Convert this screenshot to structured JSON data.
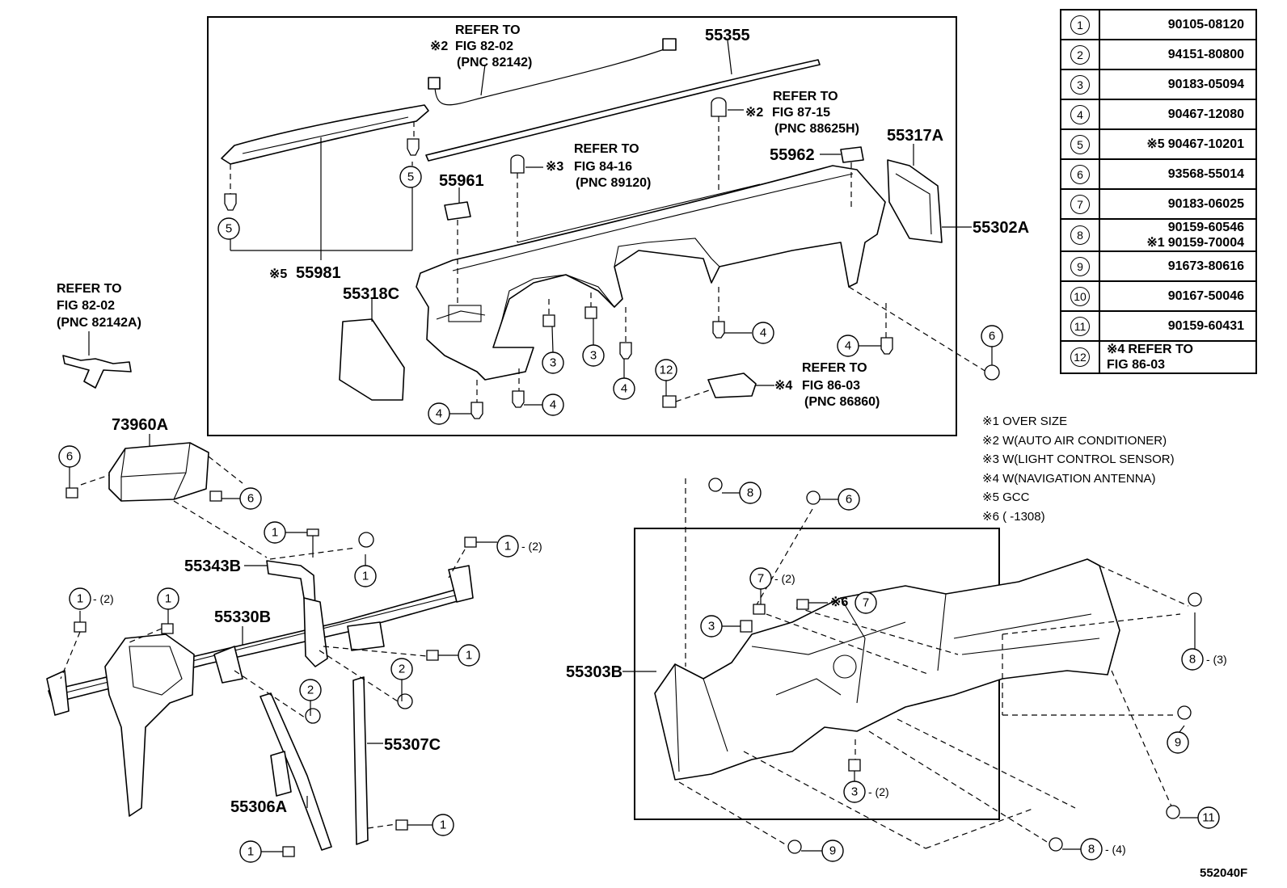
{
  "parts_table": [
    {
      "num": "1",
      "note": "",
      "pn": "90105-08120"
    },
    {
      "num": "2",
      "note": "",
      "pn": "94151-80800"
    },
    {
      "num": "3",
      "note": "",
      "pn": "90183-05094"
    },
    {
      "num": "4",
      "note": "",
      "pn": "90467-12080"
    },
    {
      "num": "5",
      "note": "※5",
      "pn": "90467-10201"
    },
    {
      "num": "6",
      "note": "",
      "pn": "93568-55014"
    },
    {
      "num": "7",
      "note": "",
      "pn": "90183-06025"
    },
    {
      "num": "8",
      "note": "",
      "pn": "90159-60546",
      "note2": "※1",
      "pn2": "90159-70004"
    },
    {
      "num": "9",
      "note": "",
      "pn": "91673-80616"
    },
    {
      "num": "10",
      "note": "",
      "pn": "90167-50046"
    },
    {
      "num": "11",
      "note": "",
      "pn": "90159-60431"
    },
    {
      "num": "12",
      "note": "※4",
      "pn": "REFER TO",
      "pn2": "FIG 86-03"
    }
  ],
  "notes": [
    "※1 OVER SIZE",
    "※2 W(AUTO AIR CONDITIONER)",
    "※3 W(LIGHT CONTROL SENSOR)",
    "※4 W(NAVIGATION ANTENNA)",
    "※5 GCC",
    "※6 (       -1308)"
  ],
  "figure_code": "552040F",
  "labels": {
    "p55355": "55355",
    "p55317A": "55317A",
    "p55302A": "55302A",
    "p55962": "55962",
    "p55961": "55961",
    "p55981": "55981",
    "p55981_note": "※5",
    "p55318C": "55318C",
    "p73960A": "73960A",
    "p55343B": "55343B",
    "p55330B": "55330B",
    "p55307C": "55307C",
    "p55306A": "55306A",
    "p55303B": "55303B",
    "note6": "※6"
  },
  "refs": {
    "r82142": {
      "l1": "REFER TO",
      "l2": "FIG 82-02",
      "l3": "(PNC 82142)",
      "mark": "※2"
    },
    "r88625": {
      "l1": "REFER TO",
      "l2": "FIG 87-15",
      "l3": "(PNC 88625H)",
      "mark": "※2"
    },
    "r89120": {
      "l1": "REFER TO",
      "l2": "FIG 84-16",
      "l3": "(PNC 89120)",
      "mark": "※3"
    },
    "r82142A": {
      "l1": "REFER TO",
      "l2": "FIG 82-02",
      "l3": "(PNC 82142A)"
    },
    "r86860": {
      "l1": "REFER TO",
      "l2": "FIG 86-03",
      "l3": "(PNC 86860)",
      "mark": "※4"
    }
  },
  "qty": {
    "q2": "- (2)",
    "q3": "- (3)",
    "q4": "- (4)"
  }
}
